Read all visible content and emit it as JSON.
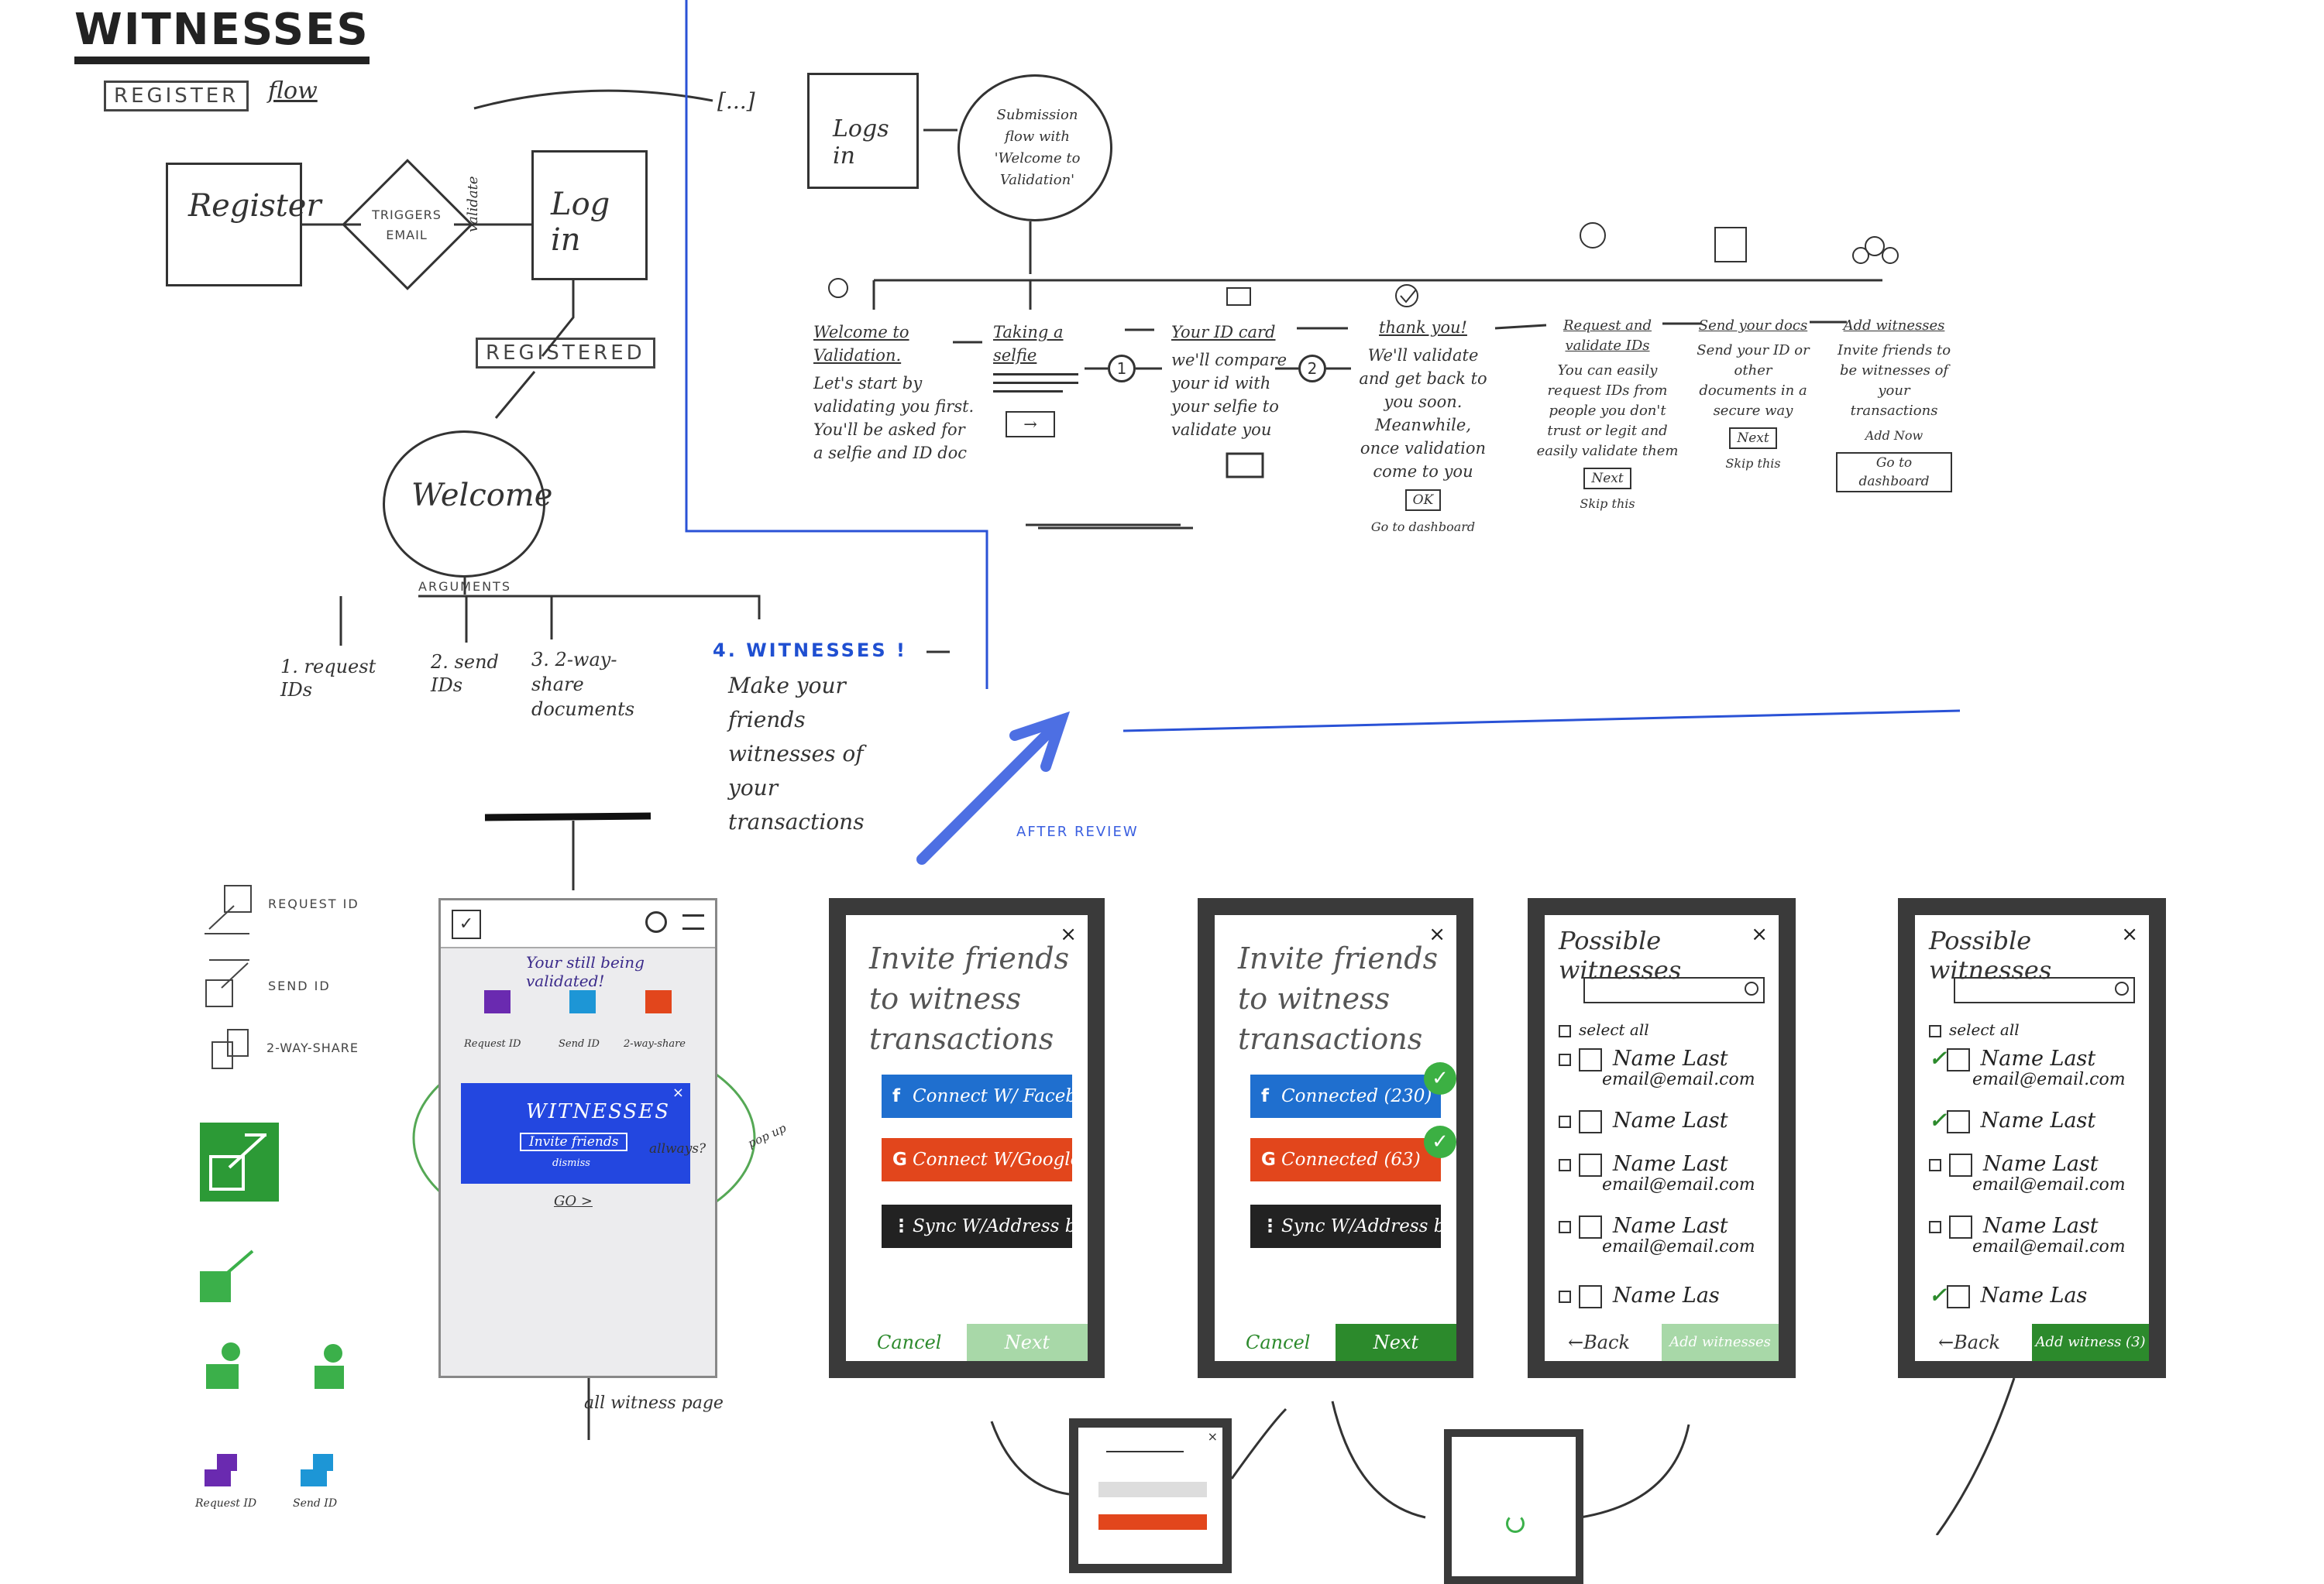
{
  "header": {
    "title": "WITNESSES",
    "flow_tag": "REGISTER",
    "flow_word": "flow"
  },
  "register_flow": {
    "register": "Register",
    "triggers": "TRIGGERS EMAIL",
    "validate": "validate",
    "login": "Log in",
    "registered": "REGISTERED",
    "welcome": "Welcome",
    "arguments_label": "ARGUMENTS",
    "args": [
      {
        "num": "1.",
        "text": "request IDs"
      },
      {
        "num": "2.",
        "text": "send IDs"
      },
      {
        "num": "3.",
        "text": "2-way-share documents"
      }
    ],
    "witness_arg": {
      "num": "4.",
      "title": "WITNESSES !",
      "text": "Make your friends witnesses of your transactions"
    },
    "ellipsis": "[...]"
  },
  "submission": {
    "login": "Logs in",
    "circle": "Submission flow with 'Welcome to Validation'",
    "steps": [
      {
        "title": "Welcome to Validation.",
        "body": "Let's start by validating you first. You'll be asked for a selfie and ID doc"
      },
      {
        "title": "Taking a selfie",
        "body": ""
      },
      {
        "title": "Your ID card",
        "body": "we'll compare your id with your selfie to validate you"
      },
      {
        "title": "thank you!",
        "body": "We'll validate and get back to you soon. Meanwhile, once validation come to you",
        "button": "OK",
        "sub": "Go to dashboard"
      },
      {
        "title": "Request and validate IDs",
        "body": "You can easily request IDs from people you don't trust or legit and easily validate them",
        "button": "Next",
        "sub": "Skip this"
      },
      {
        "title": "Send your docs",
        "body": "Send your ID or other documents in a secure way",
        "button": "Next",
        "sub": "Skip this"
      },
      {
        "title": "Add witnesses",
        "body": "Invite friends to be witnesses of your transactions",
        "button": "Go to dashboard",
        "sub": "Add Now"
      }
    ],
    "markers": [
      "1",
      "2"
    ]
  },
  "after_review": "AFTER REVIEW",
  "side_icons": [
    {
      "label": "REQUEST ID"
    },
    {
      "label": "SEND ID"
    },
    {
      "label": "2-WAY-SHARE"
    }
  ],
  "small_labels": {
    "request": "Request ID",
    "send": "Send ID"
  },
  "dashboard": {
    "status": "Your still being validated!",
    "tiles": [
      "Request ID",
      "Send ID",
      "2-way-share"
    ],
    "banner_title": "WITNESSES",
    "banner_button": "Invite friends",
    "banner_sub": "dismiss",
    "banner_link": "GO >",
    "popup_note": "pop up",
    "allways_note": "allways?",
    "caption": "all witness page"
  },
  "invite1": {
    "title": "Invite friends to witness transactions",
    "facebook": "Connect W/ Faceb",
    "google": "Connect W/Google",
    "address": "Sync W/Address book",
    "cancel": "Cancel",
    "next": "Next"
  },
  "invite2": {
    "title": "Invite friends to witness transactions",
    "facebook": "Connected (230)",
    "google": "Connected (63)",
    "address": "Sync W/Address book",
    "cancel": "Cancel",
    "next": "Next"
  },
  "witnesses1": {
    "title": "Possible witnesses",
    "select_all": "select all",
    "rows": [
      {
        "name": "Name Last",
        "email": "email@email.com"
      },
      {
        "name": "Name Last",
        "email": ""
      },
      {
        "name": "Name Last",
        "email": "email@email.com"
      },
      {
        "name": "Name Last",
        "email": "email@email.com"
      },
      {
        "name": "Name Las",
        "email": ""
      }
    ],
    "back": "Back",
    "action": "Add witnesses"
  },
  "witnesses2": {
    "title": "Possible witnesses",
    "select_all": "select all",
    "rows": [
      {
        "name": "Name Last",
        "email": "email@email.com",
        "checked": "true"
      },
      {
        "name": "Name Last",
        "email": "",
        "checked": "true"
      },
      {
        "name": "Name Last",
        "email": "email@email.com",
        "checked": "false"
      },
      {
        "name": "Name Last",
        "email": "email@email.com",
        "checked": "false"
      },
      {
        "name": "Name Las",
        "email": "",
        "checked": "true"
      }
    ],
    "back": "Back",
    "action": "Add witness (3)"
  },
  "colors": {
    "blue": "#1f6fcf",
    "orange": "#e2461c",
    "green": "#2c8a2c",
    "frame": "#3a3a3a"
  }
}
